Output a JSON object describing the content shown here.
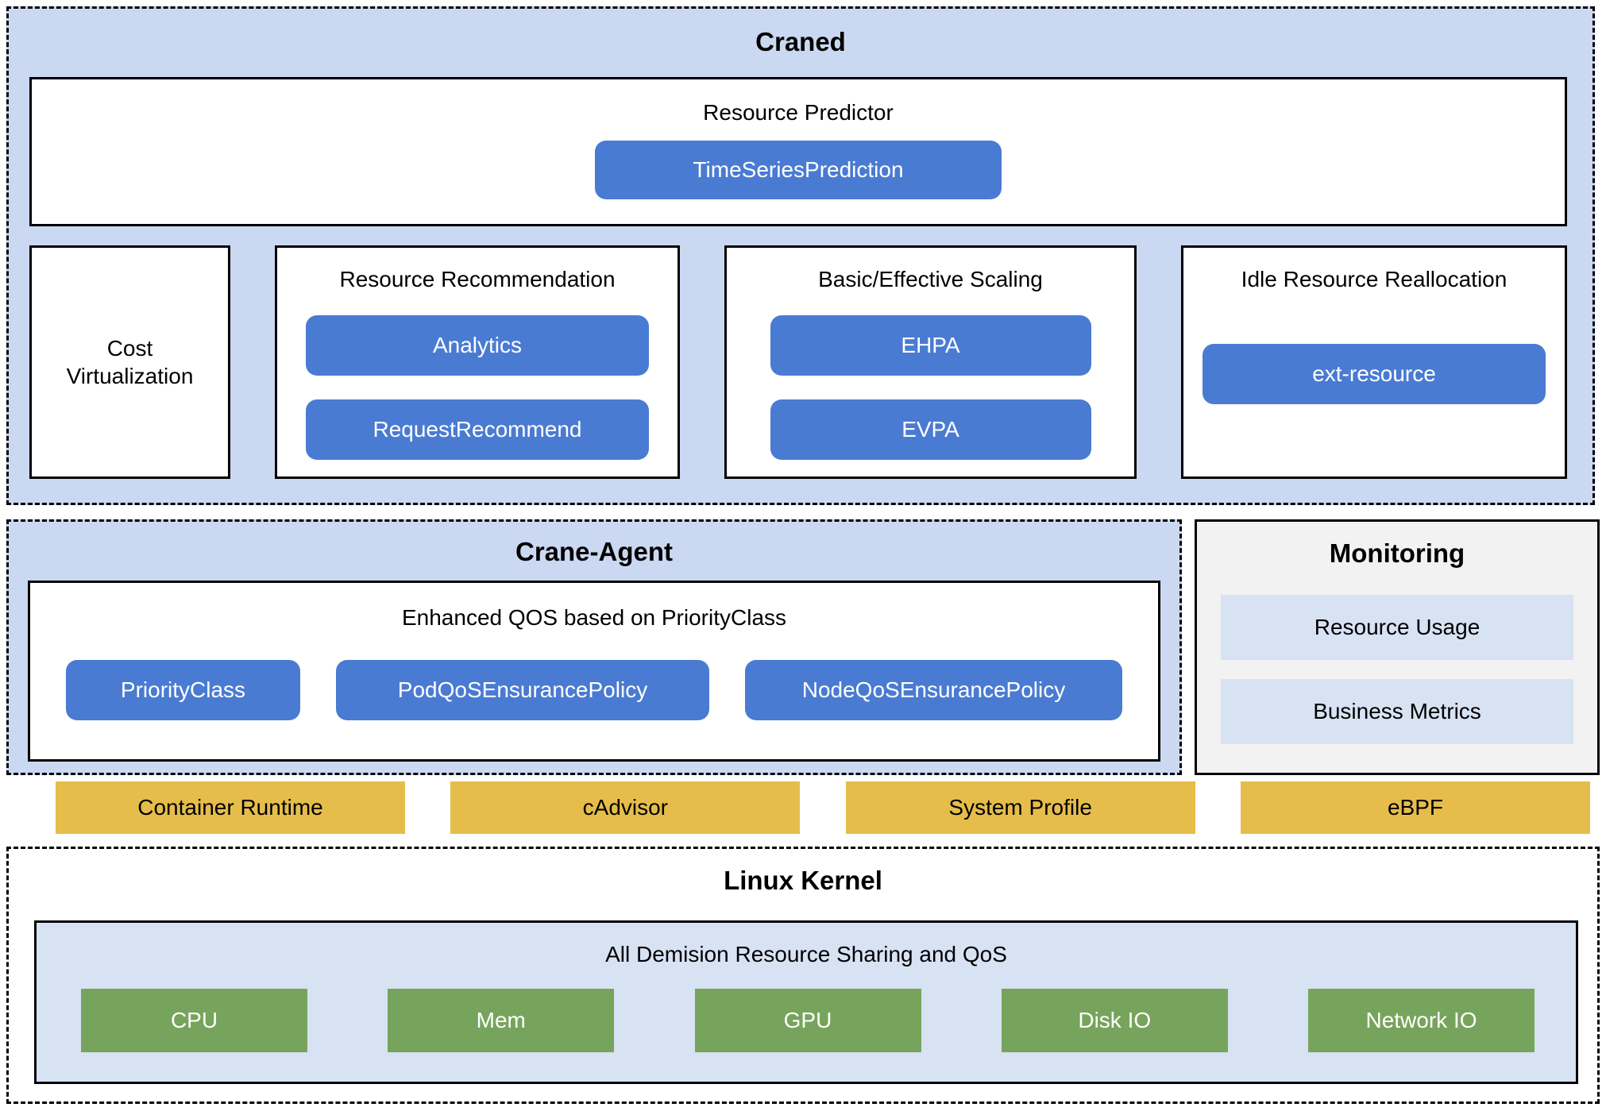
{
  "colors": {
    "section_light_blue": "#cbd8f1",
    "pill_blue": "#4a7bd2",
    "collector_yellow": "#e6bd4b",
    "resource_green": "#77a45c",
    "monitoring_gray": "#f2f2f2",
    "inner_light_blue": "#d7e2f3",
    "border_black": "#000000"
  },
  "craned": {
    "title": "Craned",
    "predictor": {
      "title": "Resource Predictor",
      "button": "TimeSeriesPrediction"
    },
    "columns": [
      {
        "title": "Cost Virtualization",
        "buttons": []
      },
      {
        "title": "Resource Recommendation",
        "buttons": [
          "Analytics",
          "RequestRecommend"
        ]
      },
      {
        "title": "Basic/Effective Scaling",
        "buttons": [
          "EHPA",
          "EVPA"
        ]
      },
      {
        "title": "Idle Resource Reallocation",
        "buttons": [
          "ext-resource"
        ]
      }
    ]
  },
  "crane_agent": {
    "title": "Crane-Agent",
    "qos": {
      "title": "Enhanced QOS based on PriorityClass",
      "buttons": [
        "PriorityClass",
        "PodQoSEnsurancePolicy",
        "NodeQoSEnsurancePolicy"
      ]
    }
  },
  "monitoring": {
    "title": "Monitoring",
    "items": [
      "Resource Usage",
      "Business Metrics"
    ]
  },
  "collectors": [
    "Container Runtime",
    "cAdvisor",
    "System Profile",
    "eBPF"
  ],
  "kernel": {
    "title": "Linux Kernel",
    "inner_title": "All Demision Resource Sharing and QoS",
    "resources": [
      "CPU",
      "Mem",
      "GPU",
      "Disk IO",
      "Network IO"
    ]
  }
}
